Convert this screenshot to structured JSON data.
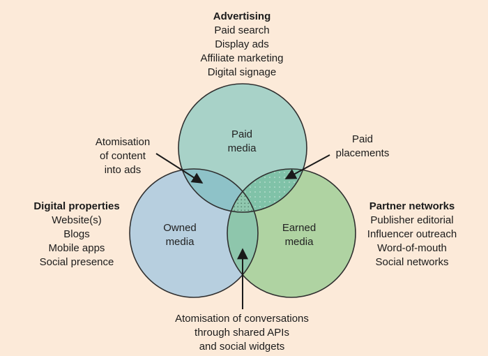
{
  "figure": {
    "background_color": "#fcead9",
    "circle_stroke_color": "#2f2f2f",
    "text_color": "#1b1b1b",
    "arrow_color": "#1a1a1a"
  },
  "circles": {
    "paid": {
      "label_lines": [
        "Paid",
        "media"
      ],
      "fill": "#a8d2c8"
    },
    "owned": {
      "label_lines": [
        "Owned",
        "media"
      ],
      "fill": "#b7cfdf"
    },
    "earned": {
      "label_lines": [
        "Earned",
        "media"
      ],
      "fill": "#afd3a2"
    }
  },
  "overlaps": {
    "paid_owned": "#8ec2c8",
    "paid_earned": "#80c2a8",
    "owned_earned": "#8ec6ac",
    "center": "#8fc7ae"
  },
  "blocks": {
    "advertising": {
      "title": "Advertising",
      "items": [
        "Paid search",
        "Display ads",
        "Affiliate marketing",
        "Digital signage"
      ]
    },
    "digital_properties": {
      "title": "Digital properties",
      "items": [
        "Website(s)",
        "Blogs",
        "Mobile apps",
        "Social presence"
      ]
    },
    "partner_networks": {
      "title": "Partner networks",
      "items": [
        "Publisher editorial",
        "Influencer outreach",
        "Word-of-mouth",
        "Social networks"
      ]
    }
  },
  "annotations": {
    "content_into_ads": {
      "lines": [
        "Atomisation",
        "of content",
        "into ads"
      ]
    },
    "paid_placements": {
      "lines": [
        "Paid",
        "placements"
      ]
    },
    "conversations": {
      "lines": [
        "Atomisation of conversations",
        "through shared APIs",
        "and social widgets"
      ]
    }
  }
}
